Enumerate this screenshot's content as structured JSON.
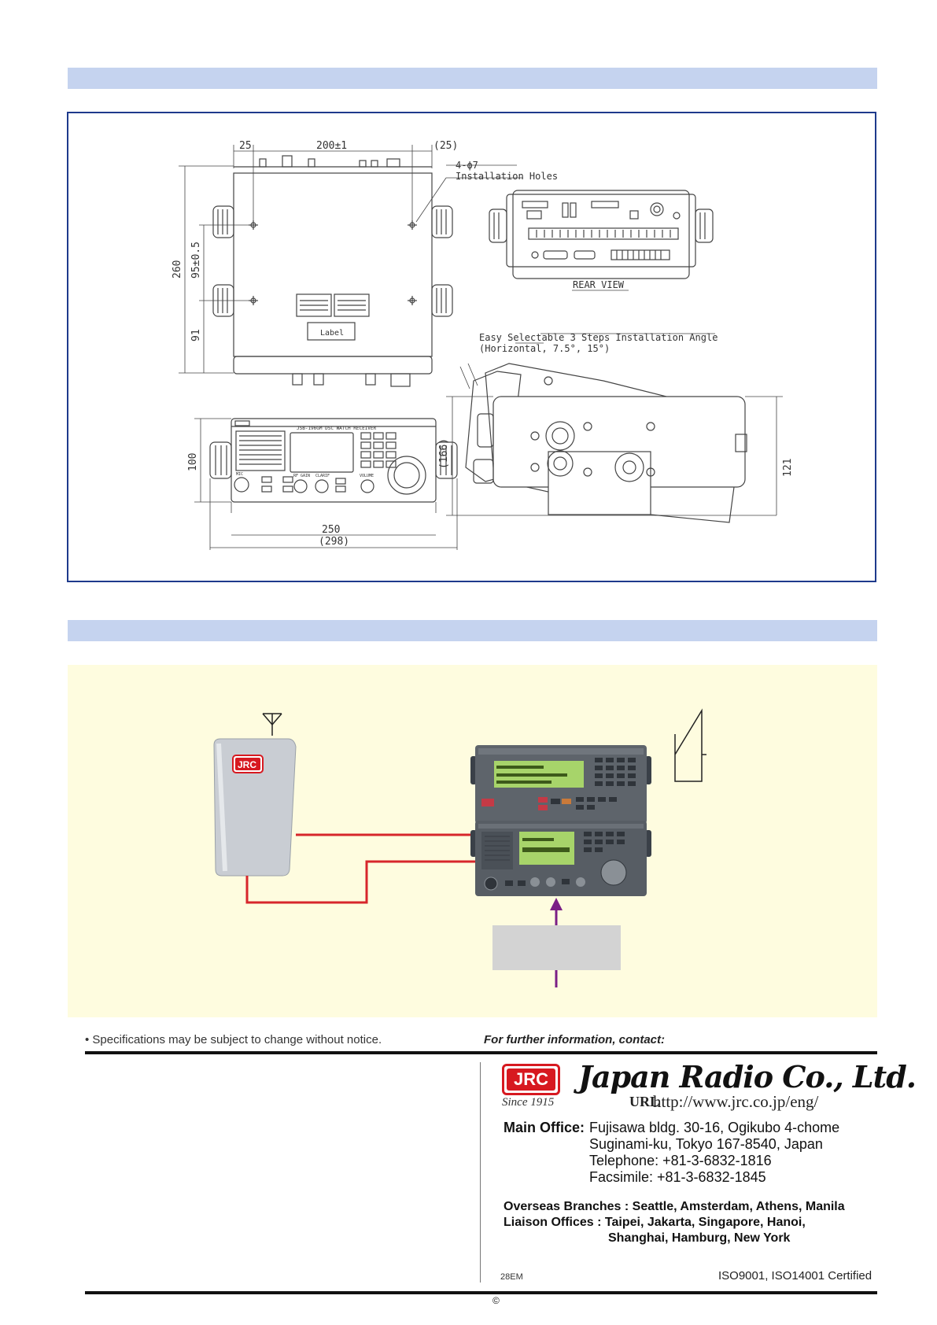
{
  "drawing": {
    "dims_top": [
      "25",
      "200±1",
      "(25)"
    ],
    "holes_label": "4-ϕ7",
    "holes_caption": "Installation Holes",
    "label_text": "Label",
    "dims_left": [
      "260",
      "95±0.5",
      "91"
    ],
    "rear_view": "REAR VIEW",
    "angle_line1": "Easy Selectable 3 Steps Installation Angle",
    "angle_line2": "(Horizontal, 7.5°, 15°)",
    "front_model": "JSB-196GM  DSC WATCH RECEIVER",
    "dims_front": [
      "100",
      "250",
      "(298)"
    ],
    "dims_side": [
      "(166)",
      "121"
    ],
    "knob_labels": [
      "MIC",
      "RF GAIN",
      "CLARIF",
      "VOLUME"
    ]
  },
  "system": {
    "jrc_badge": "JRC"
  },
  "footer": {
    "note": "• Specifications may be subject to change without notice.",
    "contact": "For further information, contact:",
    "logo": "JRC",
    "since": "Since 1915",
    "company": "Japan Radio Co., Ltd.",
    "url_label": "URL",
    "url": "http://www.jrc.co.jp/eng/",
    "main_office_label": "Main Office:",
    "main_office_lines": [
      "Fujisawa bldg. 30-16, Ogikubo 4-chome",
      "Suginami-ku, Tokyo 167-8540, Japan",
      "Telephone: +81-3-6832-1816",
      "Facsimile:   +81-3-6832-1845"
    ],
    "branches": "Overseas Branches : Seattle, Amsterdam, Athens, Manila",
    "liaison1": "Liaison Offices : Taipei, Jakarta, Singapore, Hanoi,",
    "liaison2": "Shanghai, Hamburg, New York",
    "code": "28EM",
    "iso": "ISO9001, ISO14001  Certified",
    "copyright": "©"
  },
  "colors": {
    "band": "#c5d3ef",
    "frame": "#1e3a8c",
    "system_bg": "#fefcdf",
    "red_cable": "#d7262b",
    "purple_arrow": "#7b1f86",
    "jrc_red": "#d71920"
  }
}
